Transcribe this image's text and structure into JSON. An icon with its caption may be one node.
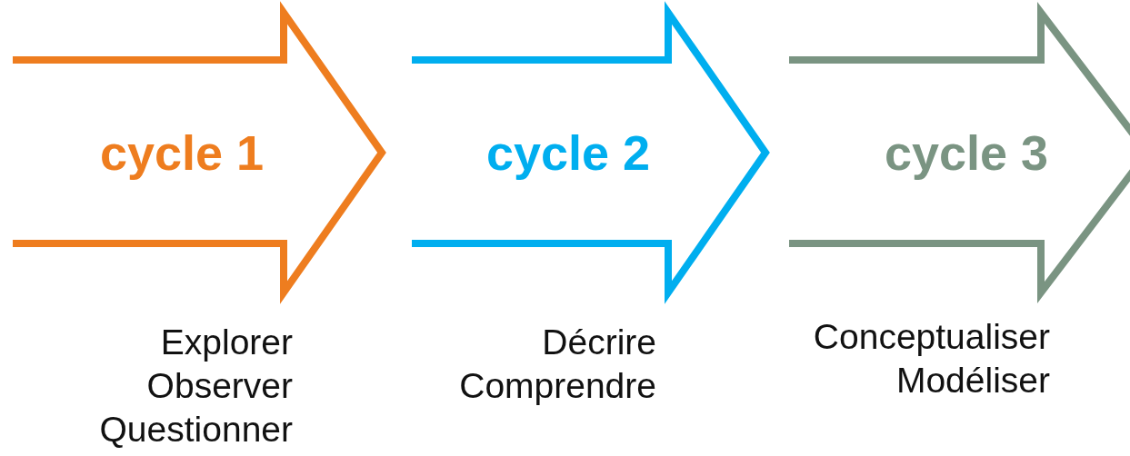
{
  "diagram": {
    "nodes": [
      {
        "text": [
          "cycle 1"
        ],
        "beside": [
          "Explorer",
          "Observer",
          "Questionner"
        ]
      },
      {
        "text": [
          "cycle 2"
        ],
        "beside": [
          "Décrire",
          "Comprendre"
        ]
      },
      {
        "text": [
          "cycle 3"
        ],
        "beside": [
          "Conceptualiser",
          "Modéliser"
        ]
      }
    ]
  }
}
